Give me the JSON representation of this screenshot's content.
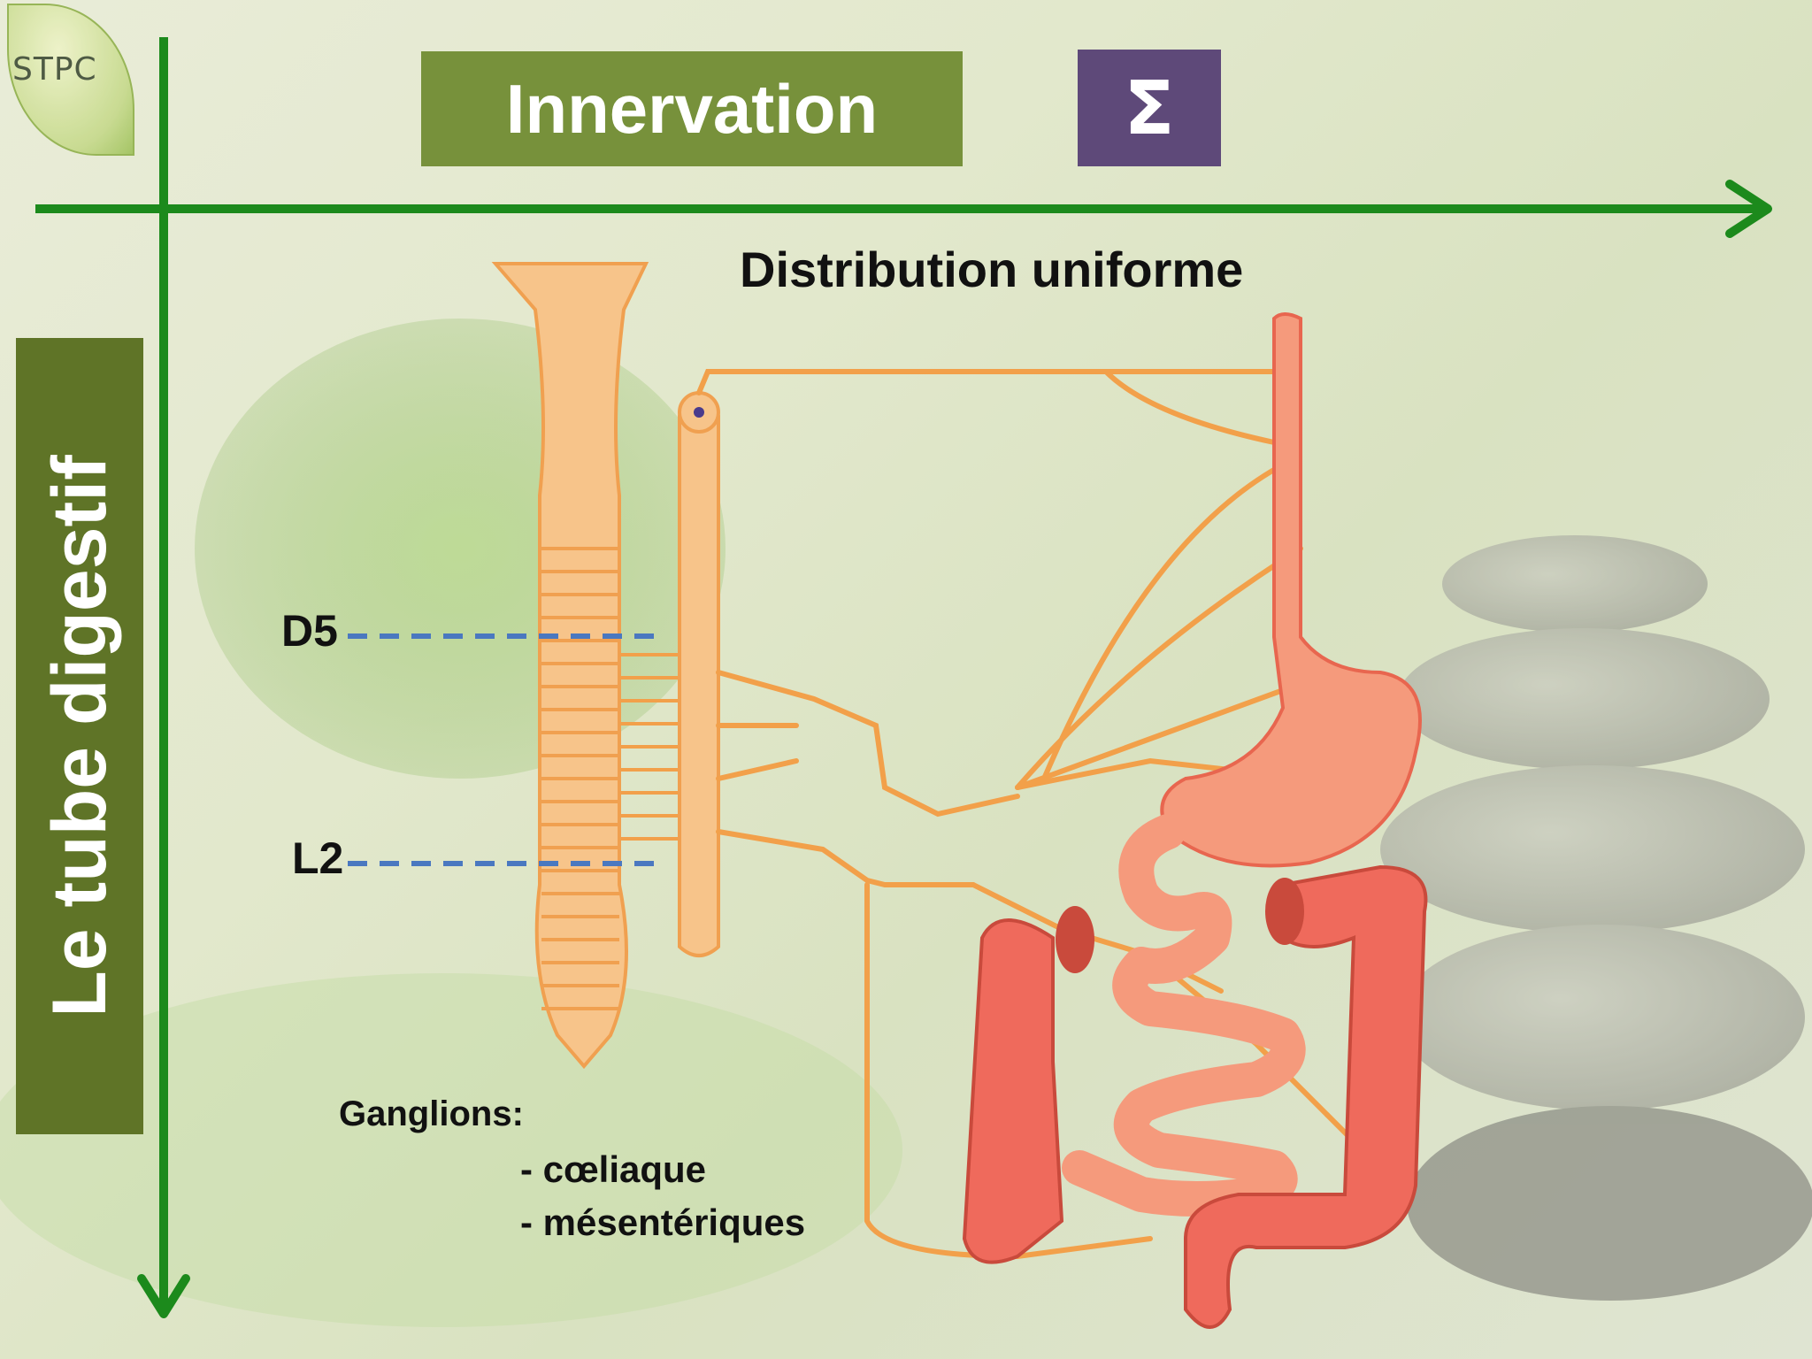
{
  "logo": {
    "text": "STPC"
  },
  "header": {
    "title": "Innervation",
    "sigma": "Σ"
  },
  "side_label": "Le tube digestif",
  "diagram": {
    "distribution_label": "Distribution uniforme",
    "levels": [
      {
        "label": "D5"
      },
      {
        "label": "L2"
      }
    ],
    "ganglions": {
      "title": "Ganglions:",
      "items": [
        "- cœliaque",
        "- mésentériques"
      ]
    }
  },
  "colors": {
    "title_green": "#77913b",
    "sigma_purple": "#5e4979",
    "axis_green": "#1c8a1c",
    "level_line_blue": "#4a78c0",
    "nerve_orange": "#f2a04a",
    "organ_red": "#ee6a5d"
  }
}
